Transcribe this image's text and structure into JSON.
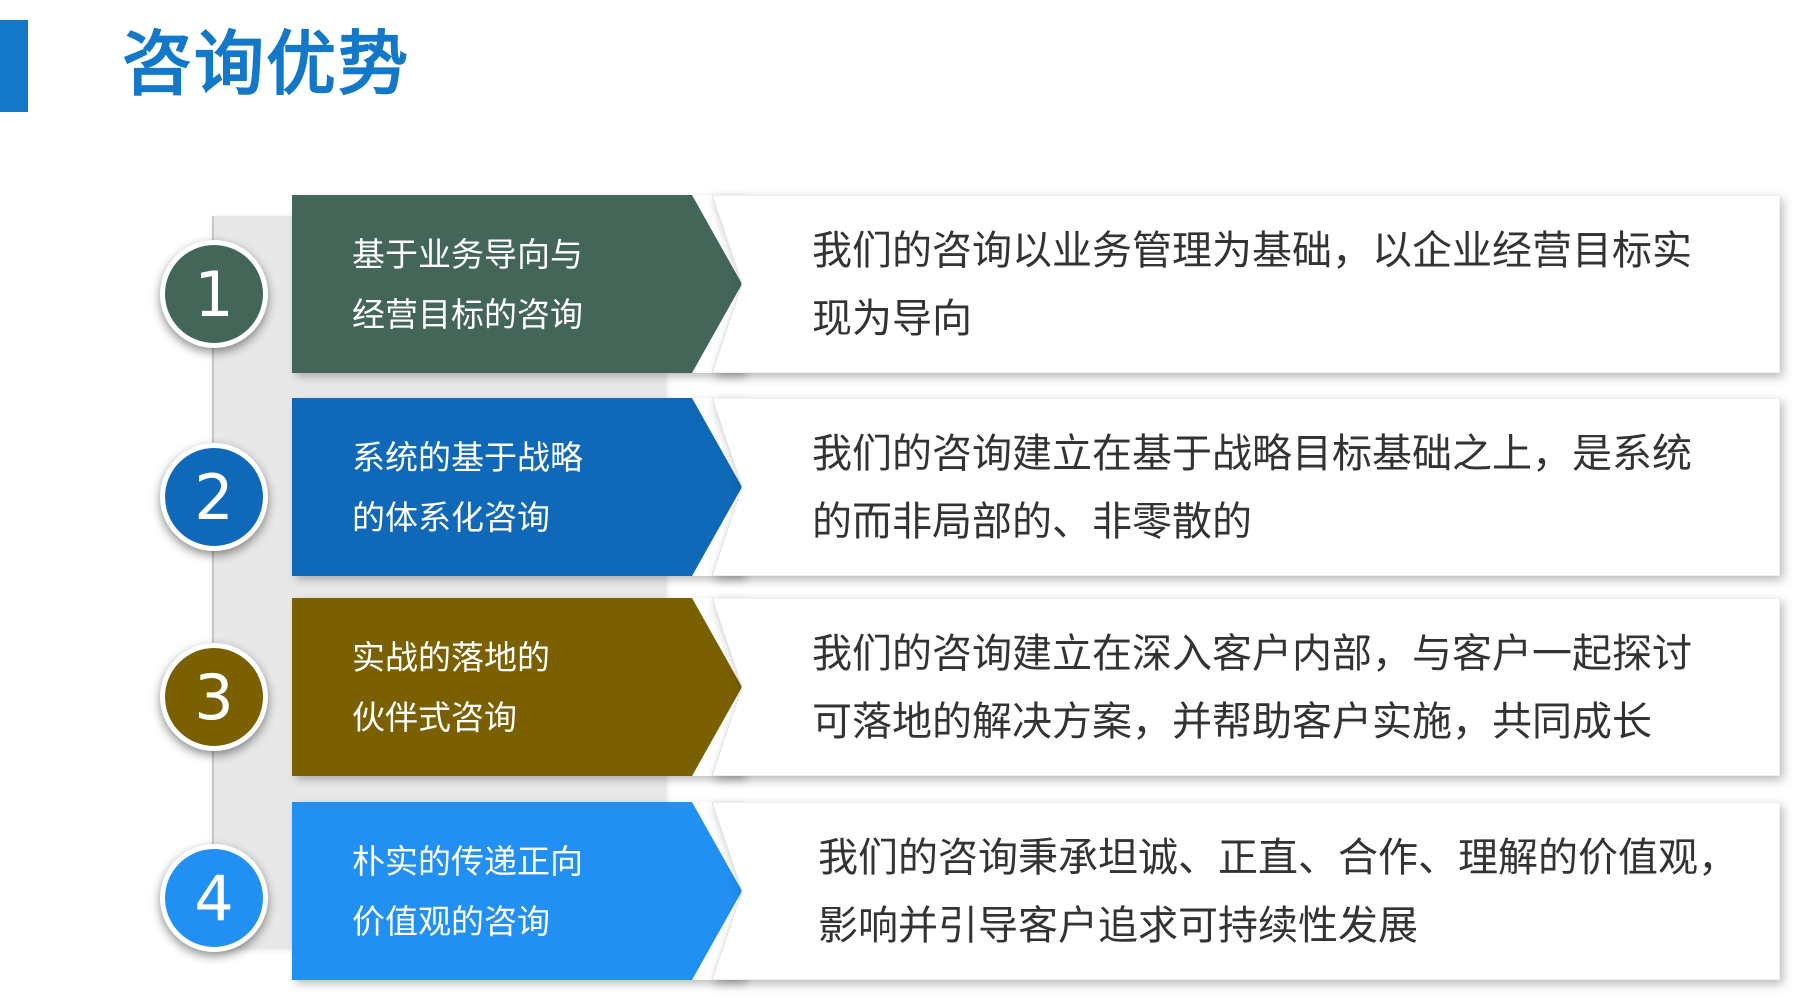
{
  "title": "咨询优势",
  "colors": {
    "accent": "#1478c8",
    "item1": "#446659",
    "item2": "#0f69b8",
    "item3": "#7a6000",
    "item4": "#2190f2"
  },
  "items": [
    {
      "number": "1",
      "label_line1": "基于业务导向与",
      "label_line2": "经营目标的咨询",
      "desc_line1": "我们的咨询以业务管理为基础，以企业经营目标实",
      "desc_line2": "现为导向"
    },
    {
      "number": "2",
      "label_line1": "系统的基于战略",
      "label_line2": "的体系化咨询",
      "desc_line1": "我们的咨询建立在基于战略目标基础之上，是系统",
      "desc_line2": "的而非局部的、非零散的"
    },
    {
      "number": "3",
      "label_line1": "实战的落地的",
      "label_line2": "伙伴式咨询",
      "desc_line1": "我们的咨询建立在深入客户内部，与客户一起探讨",
      "desc_line2": "可落地的解决方案，并帮助客户实施，共同成长"
    },
    {
      "number": "4",
      "label_line1": "朴实的传递正向",
      "label_line2": "价值观的咨询",
      "desc_line1": "我们的咨询秉承坦诚、正直、合作、理解的价值观，",
      "desc_line2": "影响并引导客户追求可持续性发展"
    }
  ]
}
